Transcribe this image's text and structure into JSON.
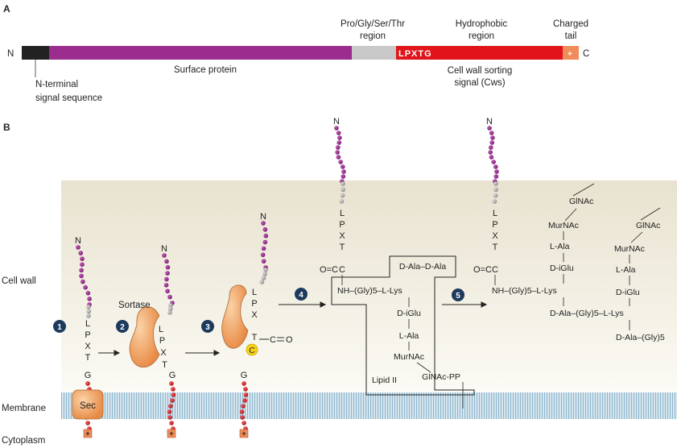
{
  "panelA": {
    "label": "A",
    "n_end": "N",
    "c_end": "C",
    "region_proglyser": "Pro/Gly/Ser/Thr",
    "region_proglyser2": "region",
    "region_hydrophobic": "Hydrophobic",
    "region_hydrophobic2": "region",
    "region_charged": "Charged",
    "region_charged2": "tail",
    "motif": "LPXTG",
    "plus": "+",
    "surface_protein": "Surface protein",
    "signal_seq": "N-terminal",
    "signal_seq2": "signal sequence",
    "cws": "Cell wall sorting",
    "cws2": "signal (Cws)",
    "colors": {
      "signal": "#222222",
      "surface": "#9b2d8e",
      "pgst": "#c8c8c8",
      "hydrophobic": "#e0141a",
      "charged": "#f08c5a"
    }
  },
  "panelB": {
    "label": "B",
    "cell_wall": "Cell wall",
    "membrane": "Membrane",
    "cytoplasm": "Cytoplasm",
    "sec": "Sec",
    "sortase": "Sortase",
    "steps": [
      "1",
      "2",
      "3",
      "4",
      "5"
    ],
    "n": "N",
    "residues": {
      "L": "L",
      "P": "P",
      "X": "X",
      "T": "T",
      "G": "G"
    },
    "c_letter": "C",
    "c_o": "C=O",
    "o_c": "O=C",
    "lipid_ii": "Lipid II",
    "lipid_lines": [
      "D-Ala–D-Ala",
      "NH–(Gly)5–L-Lys",
      "D-iGlu",
      "L-Ala",
      "MurNAc",
      "GlNAc-PP"
    ],
    "pg_left": [
      "GlNAc",
      "MurNAc",
      "L-Ala",
      "D-iGlu",
      "NH–(Gly)5–L-Lys",
      "D-Ala–(Gly)5–L-Lys"
    ],
    "pg_right": [
      "GlNAc",
      "MurNAc",
      "L-Ala",
      "D-iGlu",
      "D-Ala–(Gly)5"
    ],
    "colors": {
      "wall_top": "#ebe6d8",
      "wall_bottom": "#fbfaf5",
      "membrane": "#a9c7d8",
      "sortase": "#f2a060",
      "bead": "#8e2a86",
      "gray_bead": "#aaaaaa",
      "red_bead": "#d0141a",
      "step_circle": "#1d3a5e"
    }
  }
}
